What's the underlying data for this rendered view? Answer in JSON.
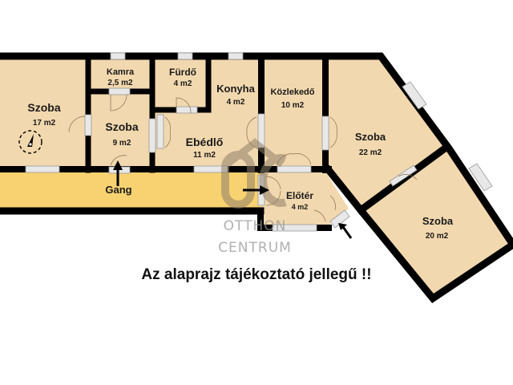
{
  "plan": {
    "colors": {
      "floor": "#f2d8ae",
      "corridor": "#f8d271",
      "wall": "#000000",
      "window": "#e6e6e6",
      "watermark": "#9b8f7e"
    },
    "rooms": {
      "szoba1": {
        "name": "Szoba",
        "area": "17 m2"
      },
      "kamra": {
        "name": "Kamra",
        "area": "2,5 m2"
      },
      "szoba2": {
        "name": "Szoba",
        "area": "9 m2"
      },
      "furdo": {
        "name": "Fürdő",
        "area": "4 m2"
      },
      "konyha": {
        "name": "Konyha",
        "area": "4 m2"
      },
      "ebedlo": {
        "name": "Ebédlő",
        "area": "11 m2"
      },
      "kozlekedo": {
        "name": "Közlekedő",
        "area": "10 m2"
      },
      "szoba3": {
        "name": "Szoba",
        "area": "22 m2"
      },
      "szoba4": {
        "name": "Szoba",
        "area": "20 m2"
      },
      "eloter": {
        "name": "Előtér",
        "area": "4 m2"
      },
      "gang": {
        "name": "Gang"
      }
    },
    "disclaimer": "Az alaprajz tájékoztató jellegű !!",
    "watermark": {
      "line1": "OTTHON",
      "line2": "CENTRUM"
    }
  }
}
